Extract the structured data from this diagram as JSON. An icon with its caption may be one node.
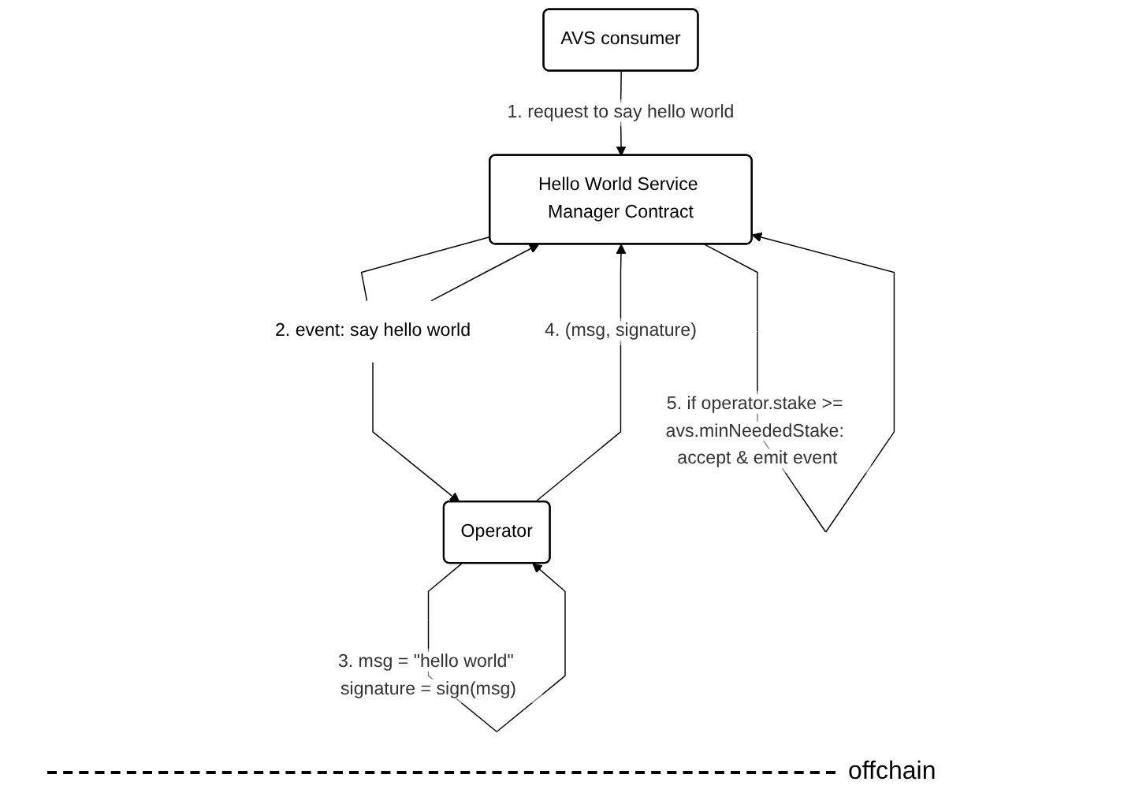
{
  "diagram": {
    "nodes": [
      {
        "text": [
          "Hello World Service Manager Contract"
        ]
      },
      {
        "text": [
          "AVS consumer"
        ]
      },
      {
        "text": [
          "Operator"
        ]
      },
      {
        "text": [
          "2. event: say hello world"
        ]
      }
    ],
    "edges": [
      {
        "from": 0,
        "to": 0,
        "arrow": "to",
        "label": "5. if operator.stake >= avs.minNeededStake: accept & emit event"
      },
      {
        "from": 1,
        "to": 0,
        "arrow": "to",
        "label": "1. request to say hello world"
      },
      {
        "from": 0,
        "to": 3,
        "arrow": "none"
      },
      {
        "from": 3,
        "to": 0,
        "arrow": "to"
      },
      {
        "from": 3,
        "to": 2,
        "arrow": "to"
      },
      {
        "from": 2,
        "to": 2,
        "arrow": "to",
        "label": "3. msg = \"hello world\" signature = sign(msg)"
      },
      {
        "from": 2,
        "to": 0,
        "arrow": "to",
        "label": "4. (msg, signature)"
      }
    ],
    "labels": [
      "offchain"
    ]
  }
}
